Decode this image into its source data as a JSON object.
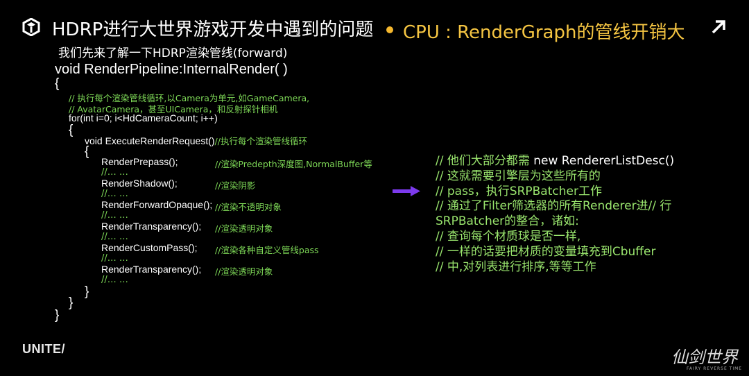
{
  "header": {
    "title": "HDRP进行大世界游戏开发中遇到的问题",
    "cpu_prefix": "CPU : ",
    "cpu_topic": "RenderGraph的管线开销大"
  },
  "subtitle": "我们先来了解一下HDRP渲染管线(forward)",
  "code": {
    "function_sig": "void RenderPipeline:InternalRender( )",
    "open_brace": "{",
    "close_brace": "}",
    "comment1": "// 执行每个渲染管线循环,以Camera为单元,如GameCamera,",
    "comment2": "// AvatarCamera，甚至UICamera，和反射探针相机",
    "for_loop": "for(int i=0; i<HdCameraCount; i++)",
    "execute_call": "void ExecuteRenderRequest()",
    "execute_comment": "//执行每个渲染管线循环",
    "calls": [
      {
        "name": "RenderPrepass();",
        "comment": "//渲染Predepth深度图,NormalBuffer等"
      },
      {
        "name": "RenderShadow();",
        "comment": "//渲染阴影"
      },
      {
        "name": "RenderForwardOpaque();",
        "comment": "//渲染不透明对象"
      },
      {
        "name": "RenderTransparency();",
        "comment": "//渲染透明对象"
      },
      {
        "name": "RenderCustomPass();",
        "comment": "//渲染各种自定义管线pass"
      },
      {
        "name": "RenderTransparency();",
        "comment": "//渲染透明对象"
      }
    ],
    "ellipsis": "//… …"
  },
  "notes": {
    "line1_prefix": "// 他们大部分都需 ",
    "line1_code": "new RendererListDesc()",
    "line2": "// 这就需要引擎层为这些所有的",
    "line3": "// pass，执行SRPBatcher工作",
    "line4": "// 通过了Filter筛选器的所有Renderer进// 行",
    "line5": "SRPBatcher的整合，诸如:",
    "line6": "// 查询每个材质球是否一样,",
    "line7": "// 一样的话要把材质的变量填充到Cbuffer",
    "line8": "// 中,对列表进行排序,等等工作"
  },
  "footer": {
    "unite_logo": "UNITE/",
    "game_logo": "仙剑世界",
    "game_logo_sub": "FAIRY REVERSE TIME"
  },
  "colors": {
    "accent_yellow": "#f5c542",
    "accent_purple": "#a78bfa",
    "comment_green": "#7ed957",
    "arrow_purple": "#7c3aed"
  }
}
